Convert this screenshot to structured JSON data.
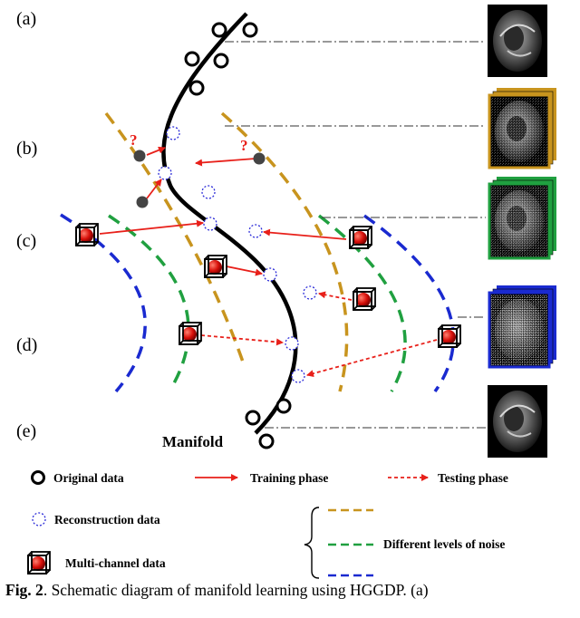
{
  "panel_labels": [
    "(a)",
    "(b)",
    "(c)",
    "(d)",
    "(e)"
  ],
  "manifold_label": "Manifold",
  "question_mark": "?",
  "legend": {
    "original": "Original data",
    "training": "Training phase",
    "testing": "Testing phase",
    "reconstruction": "Reconstruction data",
    "multichannel": "Multi-channel data",
    "noise_levels": "Different levels of noise"
  },
  "colors": {
    "curve": "#000000",
    "arrow": "#e8201a",
    "reconstruction": "#2a2ad8",
    "noise_1": "#c8941e",
    "noise_2": "#20a040",
    "noise_3": "#1a2ad0",
    "sphere": "#d8100a"
  },
  "caption": {
    "fig_label": "Fig. 2",
    "text": ". Schematic diagram of manifold learning using HGGDP. (a)"
  }
}
